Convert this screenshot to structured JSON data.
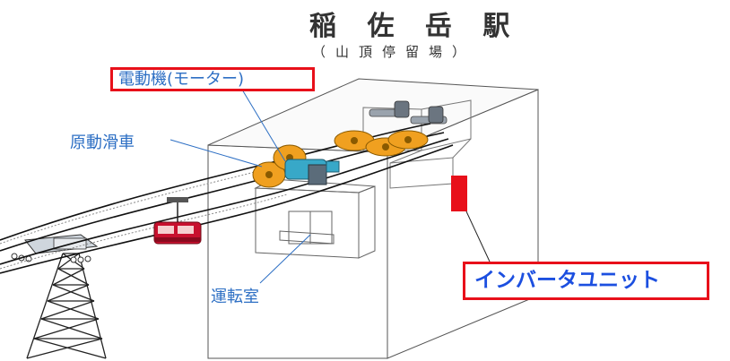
{
  "station": {
    "title": "稲 佐 岳 駅",
    "subtitle": "（山頂停留場）"
  },
  "labels": {
    "motor": "電動機(モーター)",
    "drive_pulley": "原動滑車",
    "control_room": "運転室",
    "inverter_unit": "インバータユニット"
  },
  "colors": {
    "label_text": "#2d6fc4",
    "highlight_border": "#e8101a",
    "inverter_text": "#1c4fe0",
    "inverter_block": "#e8101a",
    "pulley": "#f0a020",
    "gondola": "#c8102e",
    "motor_body": "#38a8c8"
  }
}
